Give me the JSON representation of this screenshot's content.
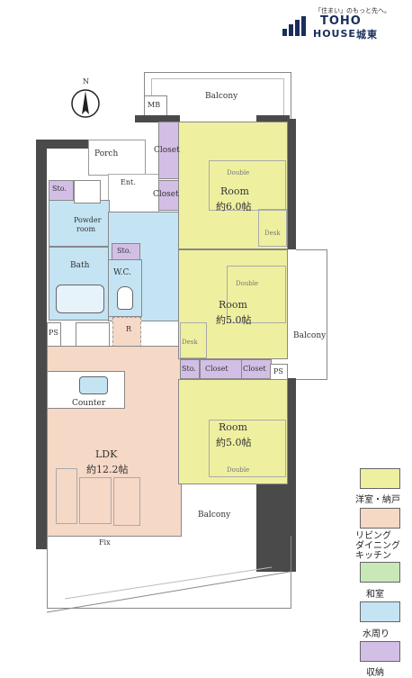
{
  "brand": {
    "tagline": "「住まい」のもっと先へ。",
    "name_line1": "TOHO",
    "name_line2": "HOUSE",
    "branch": "城東",
    "color": "#1a2e5c"
  },
  "compass": {
    "label": "N"
  },
  "rooms": {
    "balcony_top": "Balcony",
    "mb": "MB",
    "porch": "Porch",
    "closet_1": "Closet",
    "closet_2": "Closet",
    "ent": "Ent.",
    "sto_1": "Sto.",
    "powder_room_1": "Powder",
    "powder_room_2": "room",
    "sto_2": "Sto.",
    "bath": "Bath",
    "wc": "W.C.",
    "ps_left": "PS",
    "r": "R",
    "room_1_name": "Room",
    "room_1_size": "約6.0帖",
    "double_1": "Double",
    "desk_1": "Desk",
    "room_2_name": "Room",
    "room_2_size": "約5.0帖",
    "double_2": "Double",
    "desk_2": "Desk",
    "balcony_right": "Balcony",
    "sto_3": "Sto.",
    "closet_3": "Closet",
    "closet_4": "Closet",
    "ps_right": "PS",
    "counter": "Counter",
    "ldk_name": "LDK",
    "ldk_size": "約12.2帖",
    "room_3_name": "Room",
    "room_3_size": "約5.0帖",
    "double_3": "Double",
    "balcony_bottom": "Balcony",
    "fix": "Fix"
  },
  "legend": [
    {
      "label": "洋室・納戸",
      "color": "#eef0a0"
    },
    {
      "label": "リビング\nダイニング\nキッチン",
      "color": "#f5d8c6"
    },
    {
      "label": "和室",
      "color": "#c9e8b8"
    },
    {
      "label": "水周り",
      "color": "#c4e4f3"
    },
    {
      "label": "収納",
      "color": "#d3bfe6"
    }
  ]
}
